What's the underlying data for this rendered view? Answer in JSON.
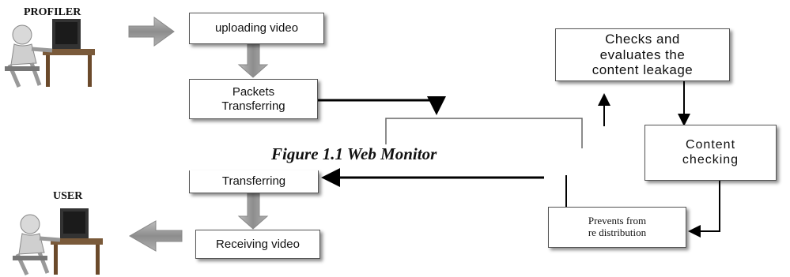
{
  "actors": {
    "profiler": "PROFILER",
    "user": "USER"
  },
  "caption": "Figure 1.1 Web Monitor",
  "nodes": {
    "uploading": "uploading video",
    "packets": "Packets\nTransferring",
    "transferring": "Transferring",
    "receiving": "Receiving video",
    "checks": "Checks and\nevaluates the\ncontent leakage",
    "content_checking": "Content\nchecking",
    "prevents": "Prevents from\nre distribution"
  },
  "icons": {
    "profiler_figure": "person-at-computer-icon",
    "user_figure": "person-at-computer-icon"
  },
  "colors": {
    "block_arrow": "#9a9a9a",
    "wire": "#000000",
    "box_border": "#555555"
  }
}
